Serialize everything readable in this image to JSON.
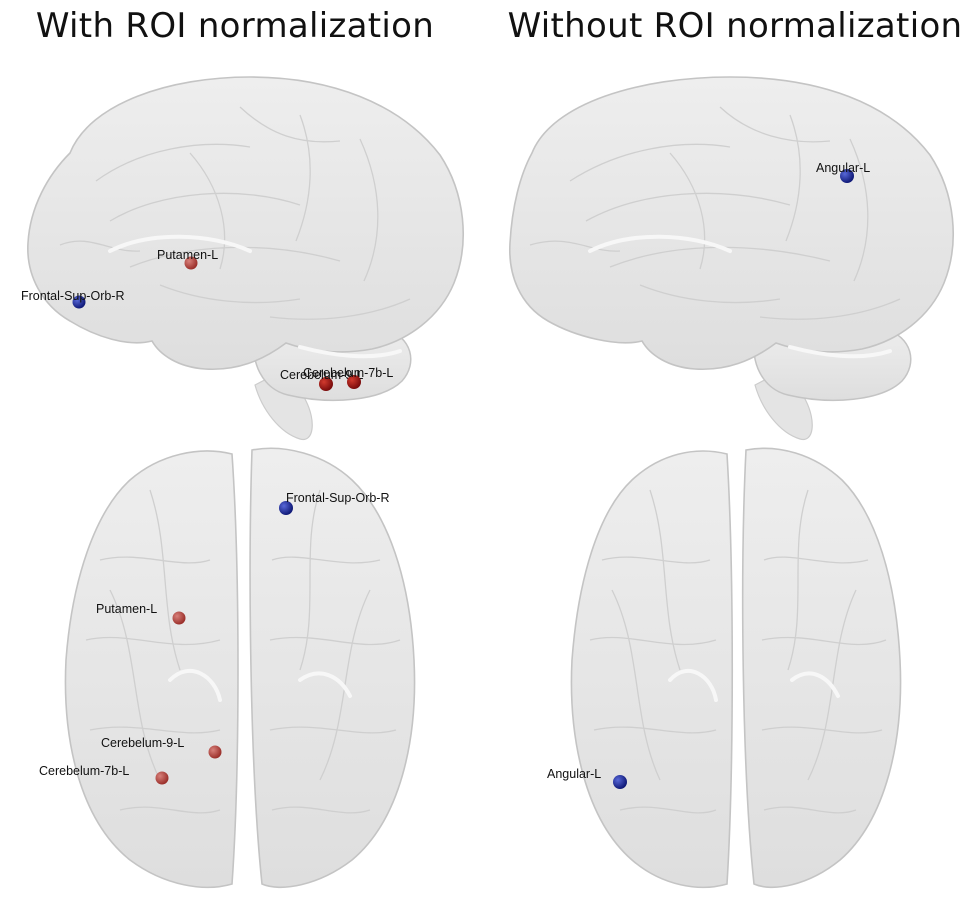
{
  "titles": {
    "left": "With ROI normalization",
    "right": "Without ROI normalization"
  },
  "colors": {
    "brain_fill": "#e2e2e2",
    "brain_stroke": "#c4c4c4",
    "node_red": "#a33a35",
    "node_red_dark": "#8f1313",
    "node_blue": "#1e2b8f"
  },
  "panels": {
    "left_sagittal": {
      "nodes": [
        {
          "label": "Putamen-L",
          "color": "red"
        },
        {
          "label": "Frontal-Sup-Orb-R",
          "color": "blue"
        },
        {
          "label": "Cerebelum-9-L",
          "color": "red-dark"
        },
        {
          "label": "Cerebelum-7b-L",
          "color": "red-dark"
        }
      ]
    },
    "left_axial": {
      "nodes": [
        {
          "label": "Frontal-Sup-Orb-R",
          "color": "blue"
        },
        {
          "label": "Putamen-L",
          "color": "red"
        },
        {
          "label": "Cerebelum-9-L",
          "color": "red"
        },
        {
          "label": "Cerebelum-7b-L",
          "color": "red"
        }
      ]
    },
    "right_sagittal": {
      "nodes": [
        {
          "label": "Angular-L",
          "color": "blue"
        }
      ]
    },
    "right_axial": {
      "nodes": [
        {
          "label": "Angular-L",
          "color": "blue"
        }
      ]
    }
  }
}
